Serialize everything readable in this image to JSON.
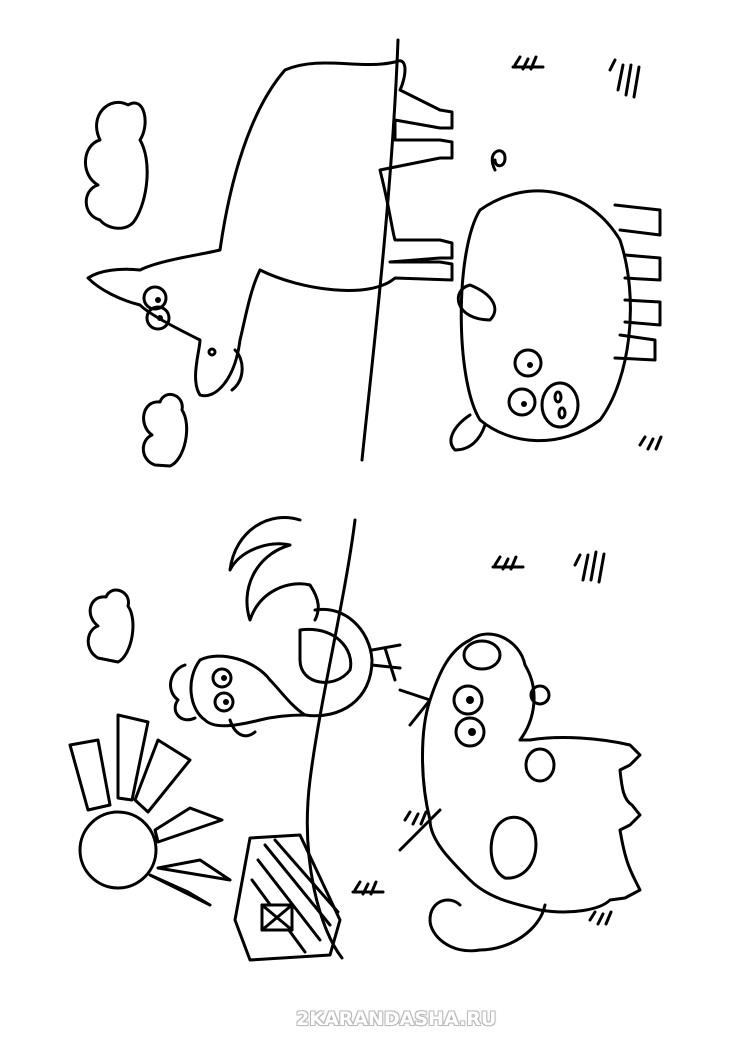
{
  "watermark": "2KARANDASHA.RU",
  "scene": {
    "subjects": [
      "horse",
      "pig",
      "rooster",
      "cow",
      "sun",
      "barn",
      "clouds",
      "grass"
    ]
  }
}
